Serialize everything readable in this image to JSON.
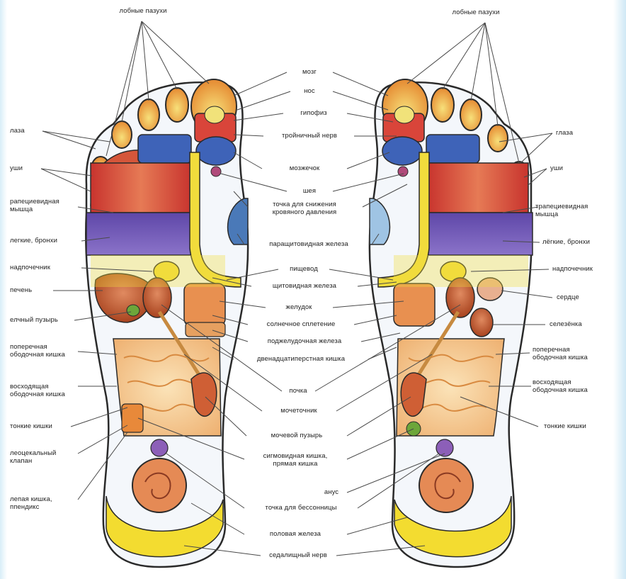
{
  "labels": {
    "frontal_sinuses_left": "лобные пазухи",
    "frontal_sinuses_right": "лобные пазухи",
    "brain": "мозг",
    "nose": "нос",
    "pituitary": "гипофиз",
    "trigeminal": "тройничный нерв",
    "cerebellum": "мозжечок",
    "neck": "шея",
    "pressure_point": "точка для снижения\nкровяного давления",
    "parathyroid": "паращитовидная железа",
    "esophagus": "пищевод",
    "thyroid": "щитовидная железа",
    "stomach": "желудок",
    "solar_plexus": "солнечное сплетение",
    "pancreas": "поджелудочная железа",
    "duodenum": "двенадцатиперстная кишка",
    "kidney": "почка",
    "ureter": "мочеточник",
    "bladder": "мочевой пузырь",
    "sigmoid": "сигмовидная кишка,\nпрямая кишка",
    "anus": "анус",
    "insomnia_point": "точка для бессонницы",
    "sex_gland": "половая железа",
    "sciatic": "седалищный нерв",
    "eyes_left": "лаза",
    "ears_left": "уши",
    "trapezius_left": "рапециевидная\nмышца",
    "lungs_left": "легкие, бронхи",
    "adrenal_left": "надпочечник",
    "liver": "печень",
    "gallbladder": "елчный пузырь",
    "transverse_left": "поперечная\nободочная кишка",
    "ascending_left": "восходящая\nободочная кишка",
    "small_int_left": "тонкие кишки",
    "ileocecal": "леоцекальный\nклапан",
    "appendix": "лепая кишка,\nппендикс",
    "eyes_right": "глаза",
    "ears_right": "уши",
    "trapezius_right": "трапециевидная\nмышца",
    "lungs_right": "лёгкие, бронхи",
    "adrenal_right": "надпочечник",
    "heart": "сердце",
    "spleen": "селезёнка",
    "transverse_right": "поперечная\nободочная кишка",
    "descending_right": "восходящая\nободочная кишка",
    "small_int_right": "тонкие кишки"
  },
  "colors": {
    "outline": "#2a2a2a",
    "head_orange": "#e8893a",
    "toe_yellow": "#f2d15a",
    "red_zone": "#d9453a",
    "blue_zone": "#3e63b8",
    "purple_zone": "#6a52b0",
    "yellow_spine": "#f1dc3c",
    "intestine": "#f2c48a",
    "heel_yellow": "#f3dc30",
    "lilac": "#8c5fb8",
    "kidney_brown": "#b8562d",
    "light_blue": "#9fc4e4",
    "lines": "#4a4a4a"
  }
}
